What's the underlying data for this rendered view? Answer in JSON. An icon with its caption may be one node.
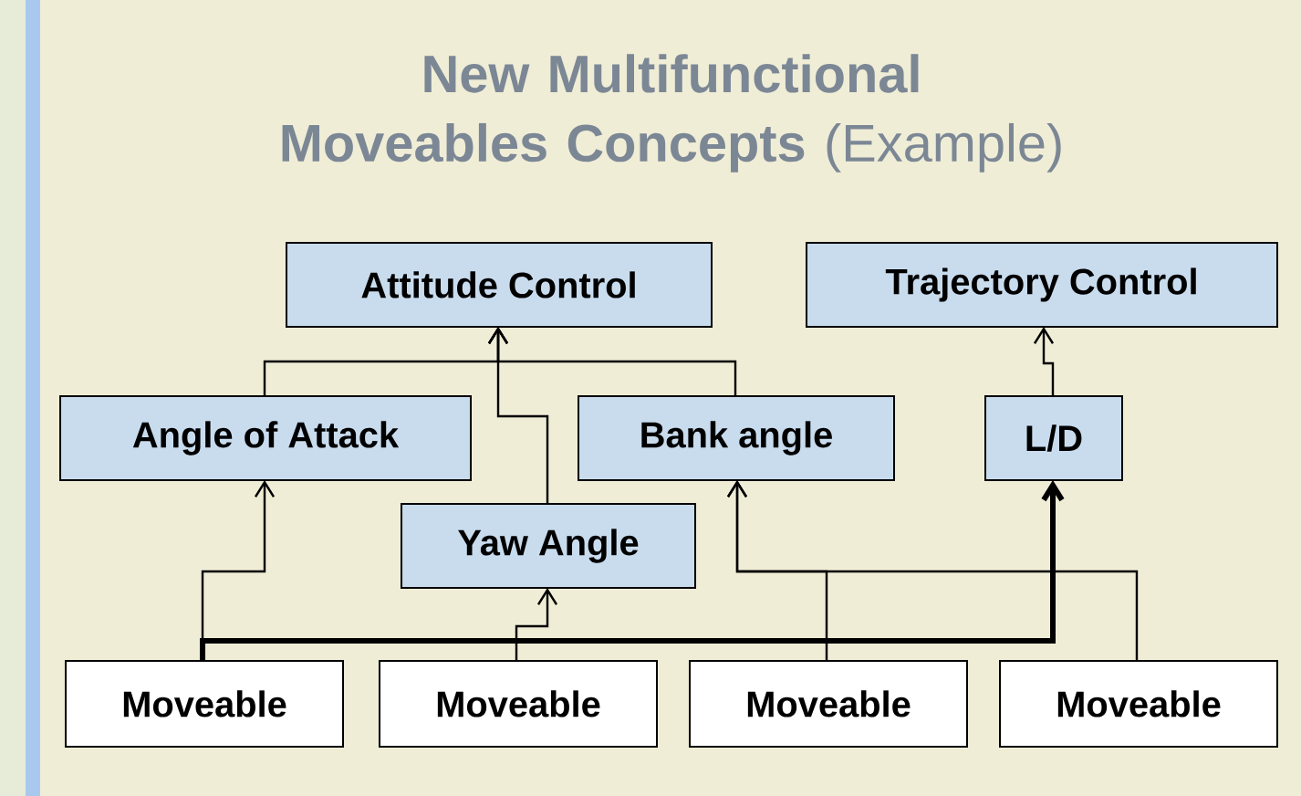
{
  "diagram": {
    "title": "**New Multifunctional Moveables Concepts** (Example)",
    "nodes": [
      {
        "text": [
          "Attitude Control"
        ]
      },
      {
        "text": [
          "Trajectory Control"
        ]
      },
      {
        "text": [
          "Angle of Attack"
        ]
      },
      {
        "text": [
          "Bank angle"
        ]
      },
      {
        "text": [
          "L/D"
        ]
      },
      {
        "text": [
          "Yaw Angle"
        ]
      },
      {
        "text": [
          "Moveable"
        ]
      },
      {
        "text": [
          "Moveable"
        ]
      },
      {
        "text": [
          "Moveable"
        ]
      },
      {
        "text": [
          "Moveable"
        ]
      }
    ],
    "edges": [
      {
        "from": 2,
        "to": 0,
        "arrow": "to"
      },
      {
        "from": 3,
        "to": 0,
        "arrow": "to"
      },
      {
        "from": 5,
        "to": 0,
        "arrow": "to"
      },
      {
        "from": 4,
        "to": 1,
        "arrow": "to"
      },
      {
        "from": 6,
        "to": 2,
        "arrow": "to"
      },
      {
        "from": 6,
        "to": 4,
        "arrow": "to",
        "style": "thick"
      },
      {
        "from": 7,
        "to": 5,
        "arrow": "to"
      },
      {
        "from": 8,
        "to": 3,
        "arrow": "to"
      },
      {
        "from": 9,
        "to": 3,
        "arrow": "to"
      }
    ]
  }
}
